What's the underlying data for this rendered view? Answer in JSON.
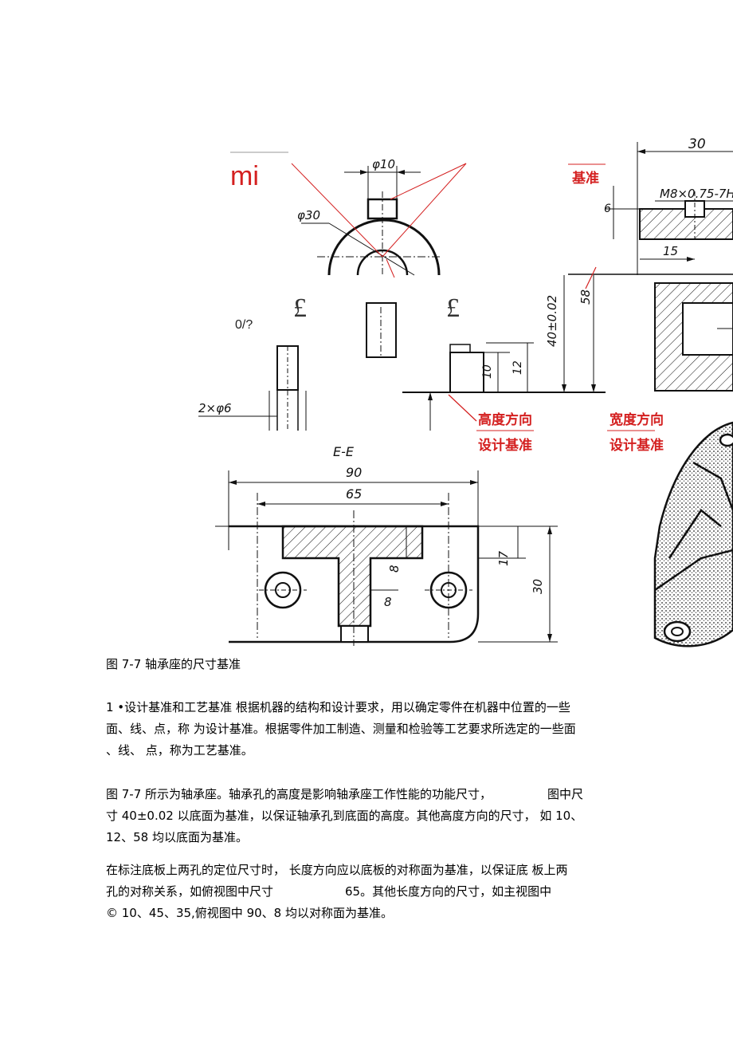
{
  "drawing": {
    "overlay_red_text": "mi",
    "pound_left": "£",
    "pound_right": "£",
    "unknown_mark": "0/?",
    "front_view": {
      "phi10": "φ10",
      "phi30": "φ30",
      "holes": "2×φ6"
    },
    "side_view": {
      "width_30": "30",
      "thread": "M8×0.75-7H",
      "dim_6": "6",
      "dim_15": "15",
      "dim_58": "58",
      "dim_40": "40±0.02",
      "dim_12": "12",
      "dim_10": "10"
    },
    "datum_labels": {
      "top_datum": "基准",
      "height_line1": "高度方向",
      "height_line2": "设计基准",
      "width_line1": "宽度方向",
      "width_line2": "设计基准"
    },
    "section_view": {
      "title": "E-E",
      "dim_90": "90",
      "dim_65": "65",
      "dim_17": "17",
      "dim_30": "30",
      "dim_8a": "8",
      "dim_8b": "8"
    }
  },
  "caption": "图 7-7 轴承座的尺寸基准",
  "paragraphs": {
    "p1": [
      "1 •设计基准和工艺基准  根据机器的结构和设计要求，用以确定零件在机器中位置的一些",
      "面、线、点，称  为设计基准。根据零件加工制造、测量和检验等工艺要求所选定的一些面",
      "、线、  点，称为工艺基准。"
    ],
    "p2_line1_a": "图 7-7 所示为轴承座。轴承孔的高度是影响轴承座工作性能的功能尺寸，",
    "p2_line1_b": "图中尺",
    "p2_line2": "寸 40±0.02 以底面为基准，以保证轴承孔到底面的高度。其他高度方向的尺寸，  如 10、",
    "p2_line3": "12、58 均以底面为基准。",
    "p3_line1": "在标注底板上两孔的定位尺寸时，  长度方向应以底板的对称面为基准，以保证底  板上两",
    "p3_line2_a": "孔的对称关系，如俯视图中尺寸",
    "p3_line2_b": "65。其他长度方向的尺寸，如主视图中",
    "p3_line3": "© 10、45、35,俯视图中 90、8 均以对称面为基准。"
  },
  "colors": {
    "red": "#d42020",
    "ink": "#111111"
  }
}
